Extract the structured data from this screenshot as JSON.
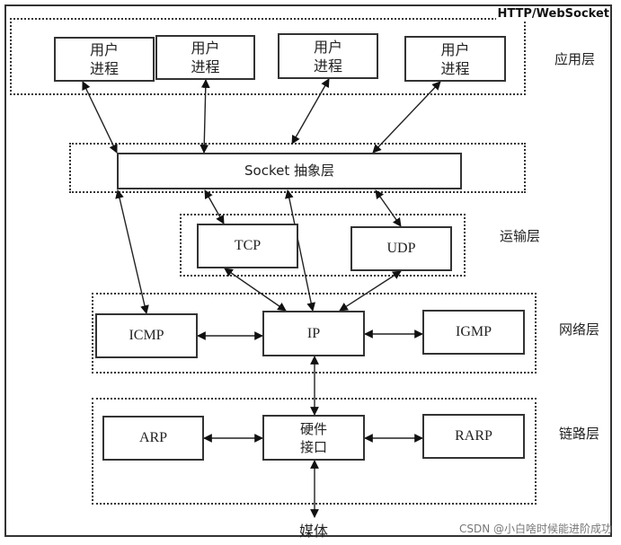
{
  "badge": "HTTP/WebSocket",
  "watermark": "CSDN @小白啥时候能进阶成功",
  "layers": {
    "application": "应用层",
    "transport": "运输层",
    "network": "网络层",
    "link": "链路层"
  },
  "application": {
    "processes": [
      {
        "line1": "用户",
        "line2": "进程"
      },
      {
        "line1": "用户",
        "line2": "进程"
      },
      {
        "line1": "用户",
        "line2": "进程"
      },
      {
        "line1": "用户",
        "line2": "进程"
      }
    ]
  },
  "socket": {
    "label": "Socket 抽象层"
  },
  "transport": {
    "tcp": "TCP",
    "udp": "UDP"
  },
  "network": {
    "icmp": "ICMP",
    "ip": "IP",
    "igmp": "IGMP"
  },
  "link": {
    "arp": "ARP",
    "hw_line1": "硬件",
    "hw_line2": "接口",
    "rarp": "RARP"
  },
  "media": "媒体",
  "connections": [
    {
      "from": "user-process-1",
      "to": "socket-layer",
      "type": "bidirectional"
    },
    {
      "from": "user-process-2",
      "to": "socket-layer",
      "type": "bidirectional"
    },
    {
      "from": "user-process-3",
      "to": "socket-layer",
      "type": "bidirectional"
    },
    {
      "from": "user-process-4",
      "to": "socket-layer",
      "type": "bidirectional"
    },
    {
      "from": "socket-layer",
      "to": "tcp",
      "type": "bidirectional"
    },
    {
      "from": "socket-layer",
      "to": "udp",
      "type": "bidirectional"
    },
    {
      "from": "socket-layer",
      "to": "icmp",
      "type": "bidirectional"
    },
    {
      "from": "socket-layer",
      "to": "ip",
      "type": "bidirectional"
    },
    {
      "from": "tcp",
      "to": "ip",
      "type": "bidirectional"
    },
    {
      "from": "udp",
      "to": "ip",
      "type": "bidirectional"
    },
    {
      "from": "icmp",
      "to": "ip",
      "type": "bidirectional"
    },
    {
      "from": "ip",
      "to": "igmp",
      "type": "bidirectional"
    },
    {
      "from": "ip",
      "to": "hardware-interface",
      "type": "bidirectional"
    },
    {
      "from": "arp",
      "to": "hardware-interface",
      "type": "bidirectional"
    },
    {
      "from": "hardware-interface",
      "to": "rarp",
      "type": "bidirectional"
    },
    {
      "from": "hardware-interface",
      "to": "media",
      "type": "bidirectional"
    }
  ]
}
